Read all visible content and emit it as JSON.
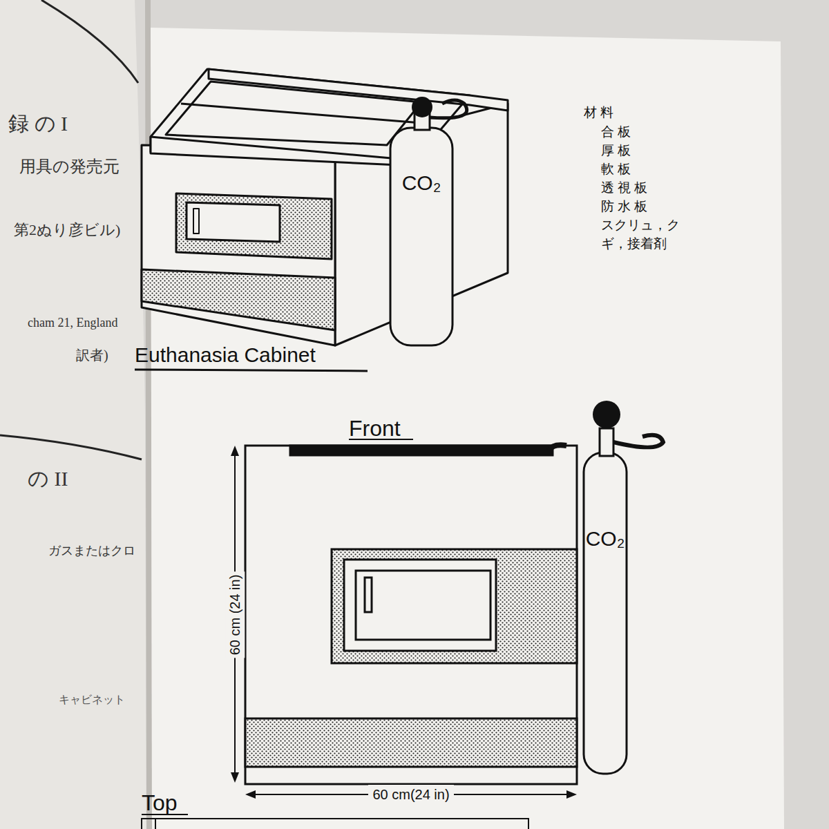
{
  "diagram": {
    "caption": "Euthanasia Cabinet",
    "nodes": [
      {
        "text": [
          "CO₂"
        ]
      },
      {
        "text": [
          "CO₂"
        ]
      }
    ],
    "labels": [
      "録 の I",
      "用具の発売元",
      "第2ぬり彦ビル)",
      "cham 21, England",
      "訳者)",
      "の II",
      "ガスまたはクロ",
      "キャビネット",
      "材 料",
      "合 板",
      "厚 板",
      "軟 板",
      "透 視 板",
      "防 水 板",
      "スクリュ，ク ギ，接着剤",
      "Front",
      "60 cm (24 in)",
      "60 cm(24 in)",
      "Top"
    ]
  }
}
